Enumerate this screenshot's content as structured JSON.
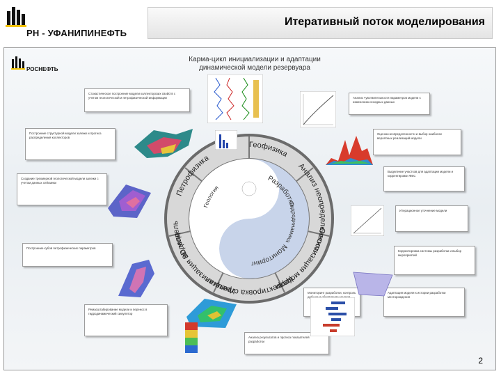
{
  "header": {
    "company": "РН - УФАНИПИНЕФТЬ",
    "title": "Итеративный поток моделирования"
  },
  "slide": {
    "inner_logo": "РОСНЕФТЬ",
    "cycle_title_line1": "Карма-цикл инициализации и адаптации",
    "cycle_title_line2": "динамической модели резервуара",
    "outer_ring": [
      "Геофизика",
      "Анализ неопределенности",
      "Оптимизация модели",
      "Корректировка стратегии",
      "Инициализация модели",
      "3D модель залежи",
      "Петрофизика"
    ],
    "inner_labels": [
      "Разработка",
      "Мониторинг",
      "Геология",
      "Гидродинамика"
    ],
    "cards": [
      "Стохастическое построение модели коллекторских свойств с учетом геологической и петрофизической информации",
      "Анализ чувствительности параметров модели к изменению исходных данных",
      "Построение структурной модели залежи и прогноз распределения коллекторов",
      "Оценка неопределенности и выбор наиболее вероятных реализаций модели",
      "Создание трехмерной геологической модели залежи с учетом данных сейсмики",
      "Выделение участков для адаптации модели и корректировки ФЕС",
      "Построение кубов петрофизических параметров",
      "Итерационное уточнение модели",
      "Ремасштабирование модели и перенос в гидродинамический симулятор",
      "Корректировка системы разработки и выбор мероприятий",
      "Адаптация модели к истории разработки месторождения",
      "Мониторинг разработки, контроль добычи и обновление модели",
      "Анализ результатов и прогноз показателей разработки"
    ],
    "page_number": "2"
  }
}
